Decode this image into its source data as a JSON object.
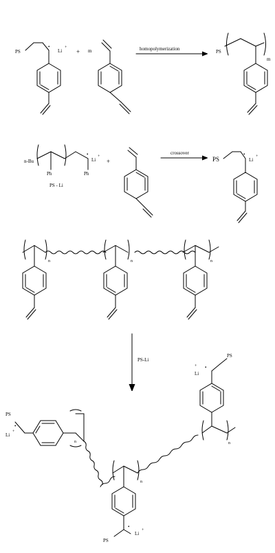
{
  "labels": {
    "ps": "PS",
    "li": "Li",
    "plus": "+",
    "dot": "•",
    "charge_plus": "+",
    "m": "m",
    "n": "n",
    "n_bu": "n-Bu",
    "ph": "Ph",
    "ps_li_dash": "PS - Li",
    "ps_li_reagent": "PS-Li",
    "homopolymerization": "homopolymerization",
    "crossover": "crossover"
  },
  "colors": {
    "stroke": "#000000",
    "background": "#ffffff"
  }
}
